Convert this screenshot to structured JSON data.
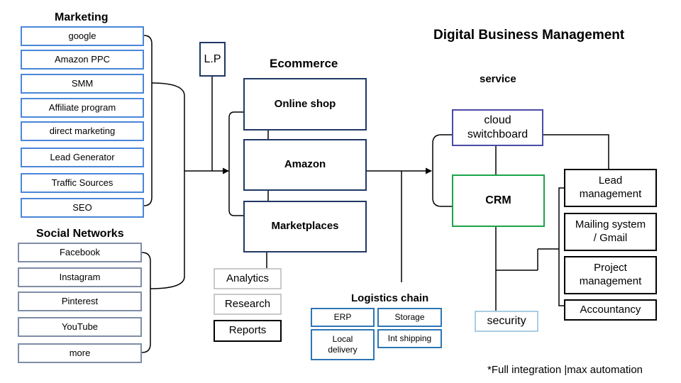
{
  "title": "Digital Business Management",
  "marketing": {
    "heading": "Marketing",
    "items": [
      "google",
      "Amazon PPC",
      "SMM",
      "Affiliate program",
      "direct marketing",
      "Lead Generator",
      "Traffic Sources",
      "SEO"
    ]
  },
  "social": {
    "heading": "Social Networks",
    "items": [
      "Facebook",
      "Instagram",
      "Pinterest",
      "YouTube",
      "more"
    ]
  },
  "lp_label": "L.P",
  "ecommerce": {
    "heading": "Ecommerce",
    "items": [
      "Online shop",
      "Amazon",
      "Marketplaces"
    ]
  },
  "analytics": [
    "Analytics",
    "Research",
    "Reports"
  ],
  "logistics": {
    "heading": "Logistics chain",
    "items": [
      "ERP",
      "Storage",
      "Local\ndelivery",
      "Int shipping"
    ]
  },
  "service": {
    "heading": "service",
    "cloud": "cloud\nswitchboard",
    "crm": "CRM",
    "security": "security"
  },
  "right_items": [
    "Lead\nmanagement",
    "Mailing system\n/ Gmail",
    "Project\nmanagement",
    "Accountancy"
  ],
  "footnote": "*Full integration |max automation",
  "colors": {
    "marketing_border": "#4a86d8",
    "social_border": "#7f8da6",
    "ecommerce_border": "#1f3864",
    "cloud_border": "#4a4aa8",
    "crm_border": "#1aa34a",
    "security_border": "#a9cce3",
    "logistics_border": "#2e75b6"
  }
}
